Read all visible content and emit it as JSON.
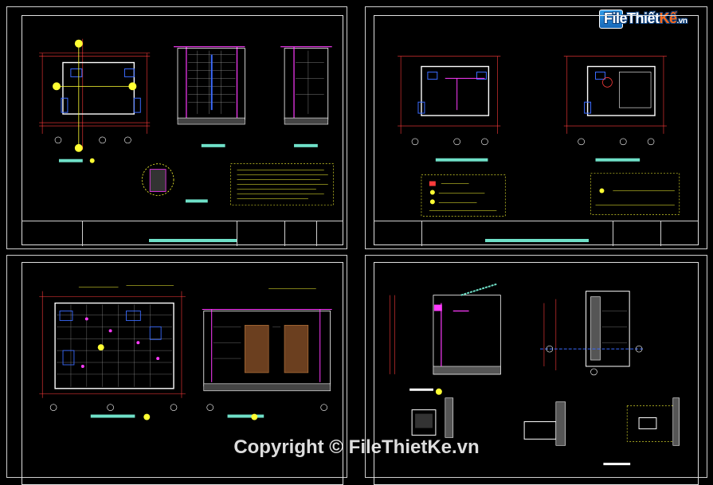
{
  "watermark": {
    "logo_main": "FileThiết",
    "logo_accent": "Kế",
    "logo_domain": ".vn",
    "copyright": "Copyright © FileThietKe.vn"
  },
  "colors": {
    "background": "#000000",
    "dimension": "#ff3b3b",
    "wall": "#ffffff",
    "fixture": "#3b6bff",
    "pipe": "#ff3bff",
    "note": "#ffff33",
    "title_bar": "#6fe0c8",
    "grid": "#9a9a9a"
  },
  "icons": [
    "logo-icon",
    "section-marker-icon"
  ]
}
